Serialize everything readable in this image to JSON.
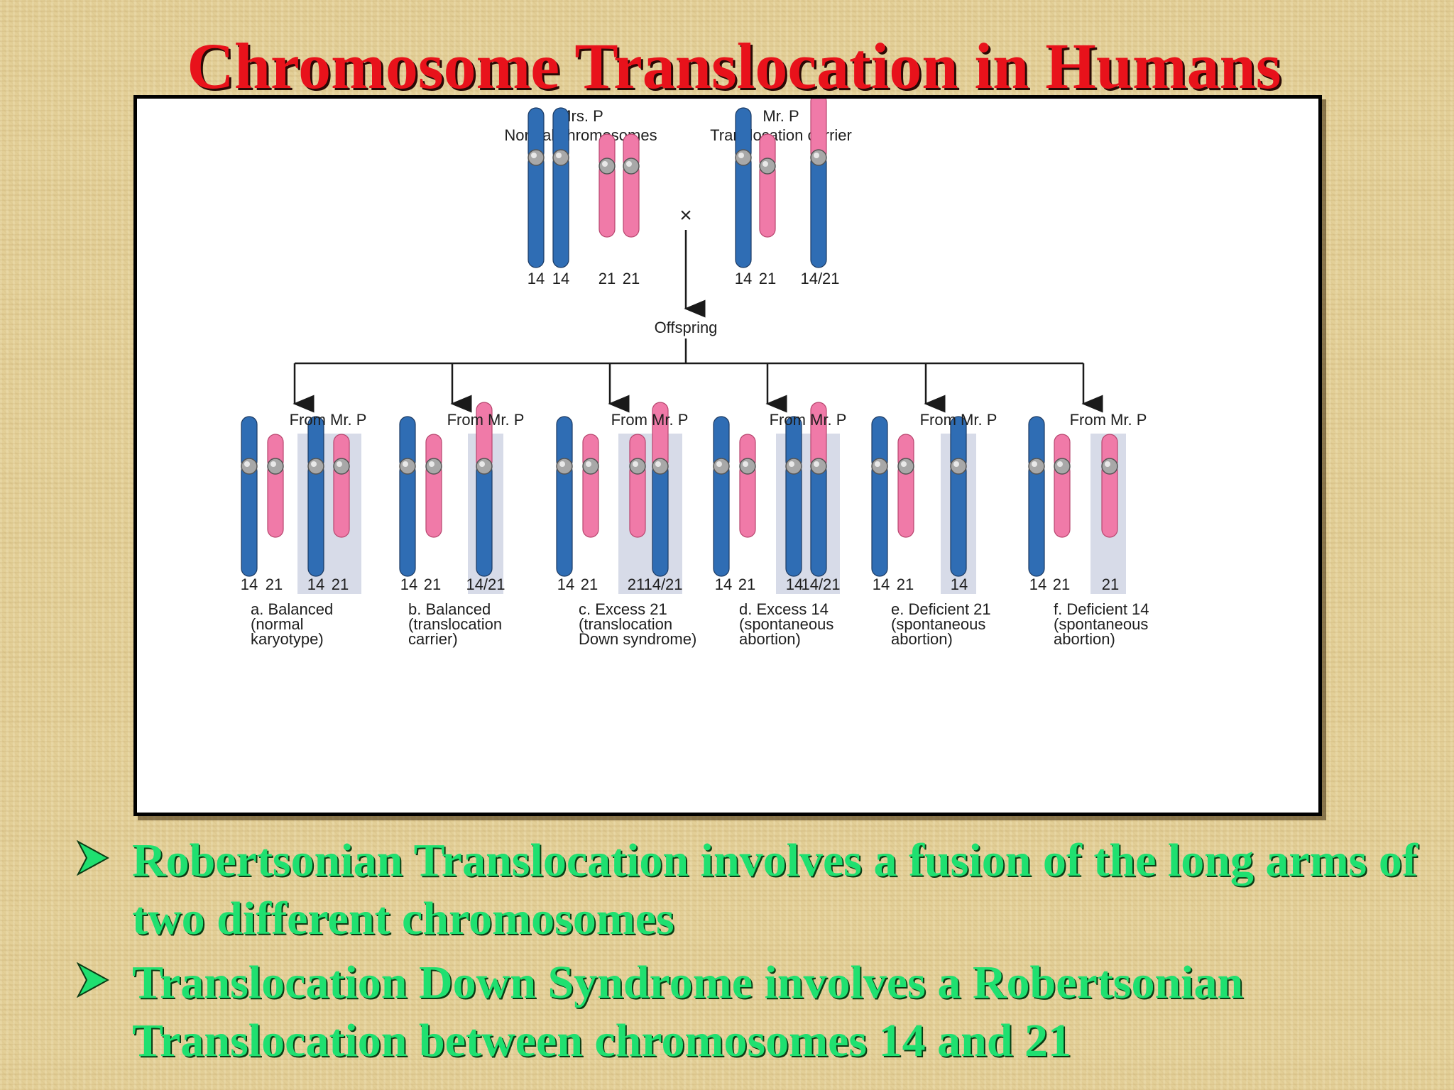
{
  "title": "Chromosome Translocation in Humans",
  "colors": {
    "title": "#e8121b",
    "bullet_text": "#1fe070",
    "chrom_blue": "#2f6db4",
    "chrom_pink": "#f07aa8",
    "box": "#d7dbe8"
  },
  "figure": {
    "mother": {
      "name": "Mrs. P",
      "description": "Normal chromosomes",
      "labels": [
        "14",
        "14",
        "21",
        "21"
      ]
    },
    "father": {
      "name": "Mr. P",
      "description": "Translocation carrier",
      "labels": [
        "14",
        "21",
        "14/21"
      ]
    },
    "cross_symbol": "×",
    "offspring_label": "Offspring",
    "offspring": [
      {
        "from": "From Mr. P",
        "labels": [
          "14",
          "21",
          "14",
          "21"
        ],
        "caption": [
          "a. Balanced",
          "(normal",
          "karyotype)"
        ]
      },
      {
        "from": "From Mr. P",
        "labels": [
          "14",
          "21",
          "14/21"
        ],
        "caption": [
          "b. Balanced",
          "(translocation",
          "carrier)"
        ]
      },
      {
        "from": "From Mr. P",
        "labels": [
          "14",
          "21",
          "21",
          "14/21"
        ],
        "caption": [
          "c. Excess 21",
          "(translocation",
          "Down syndrome)"
        ]
      },
      {
        "from": "From Mr. P",
        "labels": [
          "14",
          "21",
          "14",
          "14/21"
        ],
        "caption": [
          "d. Excess 14",
          "(spontaneous",
          "abortion)"
        ]
      },
      {
        "from": "From Mr. P",
        "labels": [
          "14",
          "21",
          "14"
        ],
        "caption": [
          "e. Deficient 21",
          "(spontaneous",
          "abortion)"
        ]
      },
      {
        "from": "From Mr. P",
        "labels": [
          "14",
          "21",
          "21"
        ],
        "caption": [
          "f. Deficient 14",
          "(spontaneous",
          "abortion)"
        ]
      }
    ]
  },
  "bullets": [
    {
      "text": "Robertsonian Translocation involves a fusion of the long arms of two different chromosomes",
      "icon": "arrow-bullet-icon"
    },
    {
      "text": "Translocation Down Syndrome involves a Robertsonian Translocation between chromosomes 14 and 21",
      "icon": "arrow-bullet-icon"
    }
  ]
}
